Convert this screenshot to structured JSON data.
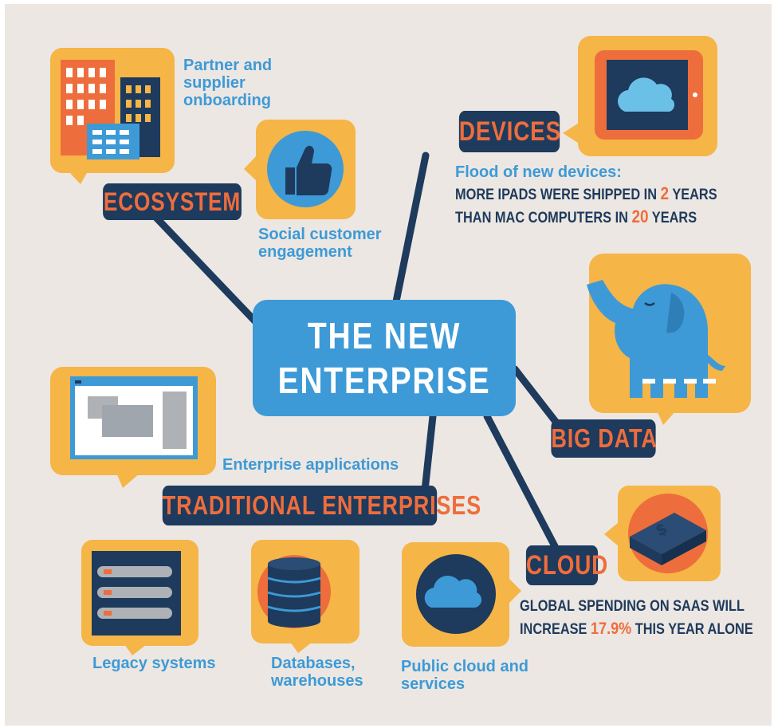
{
  "center": {
    "line1": "THE NEW",
    "line2": "ENTERPRISE"
  },
  "branches": {
    "ecosystem": "ECOSYSTEM",
    "devices": "DEVICES",
    "big_data": "BIG DATA",
    "cloud": "CLOUD",
    "traditional": "TRADITIONAL ENTERPRISES"
  },
  "captions": {
    "partner": [
      "Partner and",
      "supplier",
      "onboarding"
    ],
    "social": [
      "Social customer",
      "engagement"
    ],
    "enterprise_apps": "Enterprise applications",
    "legacy": "Legacy systems",
    "databases": [
      "Databases,",
      "warehouses"
    ],
    "public_cloud": [
      "Public cloud and",
      "services"
    ]
  },
  "devices_stat": {
    "heading": "Flood of new devices:",
    "line1_a": "MORE IPADS WERE SHIPPED IN ",
    "line1_num": "2",
    "line1_b": " YEARS",
    "line2_a": "THAN MAC COMPUTERS IN ",
    "line2_num": "20",
    "line2_b": " YEARS"
  },
  "cloud_stat": {
    "line1": "GLOBAL SPENDING ON SAAS WILL",
    "line2_a": "INCREASE ",
    "line2_num": "17.9%",
    "line2_b": " THIS YEAR ALONE"
  },
  "icons": {
    "buildings": "buildings-icon",
    "thumbs_up": "thumbs-up-icon",
    "tablet_cloud": "tablet-cloud-icon",
    "elephant": "elephant-icon",
    "app_window": "application-window-icon",
    "server": "server-icon",
    "database": "database-icon",
    "cloud": "cloud-icon",
    "money": "money-stack-icon"
  },
  "colors": {
    "background": "#ece7e2",
    "navy": "#1e3a5c",
    "orange": "#ee6d3c",
    "blue": "#3d9ad7",
    "yellow": "#f5b547"
  }
}
